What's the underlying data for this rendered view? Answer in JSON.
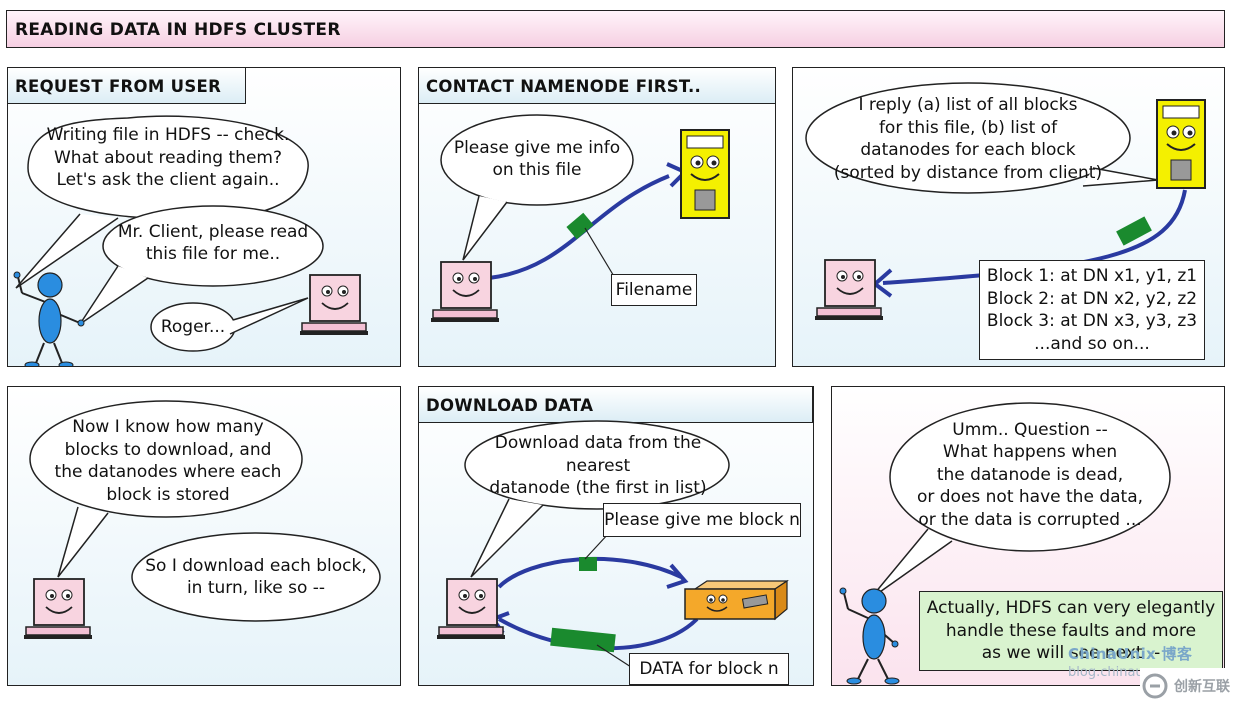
{
  "title": "READING DATA IN HDFS CLUSTER",
  "panels": {
    "p1": {
      "title": "REQUEST FROM USER",
      "bubble1": [
        "Writing file in HDFS -- check.",
        "What about reading them?",
        "Let's ask the client again.."
      ],
      "bubble2": [
        "Mr. Client, please read",
        "this file for me.."
      ],
      "bubble3": [
        "Roger..."
      ]
    },
    "p2": {
      "title": "CONTACT NAMENODE FIRST..",
      "bubble1": [
        "Please give me info",
        "on this file"
      ],
      "label": "Filename"
    },
    "p3": {
      "bubble1": [
        "I reply (a) list of all blocks",
        "for this file, (b) list of",
        "datanodes for each block",
        "(sorted by distance from client)"
      ],
      "blocks": [
        "Block 1: at DN x1, y1, z1",
        "Block 2: at DN x2, y2, z2",
        "Block 3: at DN x3, y3, z3",
        "...and so on..."
      ]
    },
    "p4": {
      "bubble1": [
        "Now I know how many",
        "blocks to download, and",
        "the datanodes where each",
        "block is stored"
      ],
      "bubble2": [
        "So I download each block,",
        "in turn, like so --"
      ]
    },
    "p5": {
      "title": "DOWNLOAD DATA",
      "bubble1": [
        "Download data from the nearest",
        "datanode (the first in list)"
      ],
      "label_request": "Please give me block n",
      "label_data": "DATA for block n"
    },
    "p6": {
      "bubble1": [
        "Umm.. Question --",
        "What happens when",
        "the datanode is dead,",
        "or does not have the data,",
        "or the data is corrupted ..."
      ],
      "note": [
        "Actually, HDFS can very elegantly",
        "handle these faults and more",
        "as we will see next --"
      ]
    }
  },
  "watermark": {
    "line1": "ChinaUnix 博客",
    "line2": "blog.chinau",
    "brand": "创新互联"
  },
  "colors": {
    "arrow": "#2a3aa0",
    "packet": "#1a8a2e",
    "namenode_body": "#f4f000",
    "datanode_body": "#f4a82a",
    "client_face": "#f8d4e0",
    "person": "#2a8de0"
  }
}
